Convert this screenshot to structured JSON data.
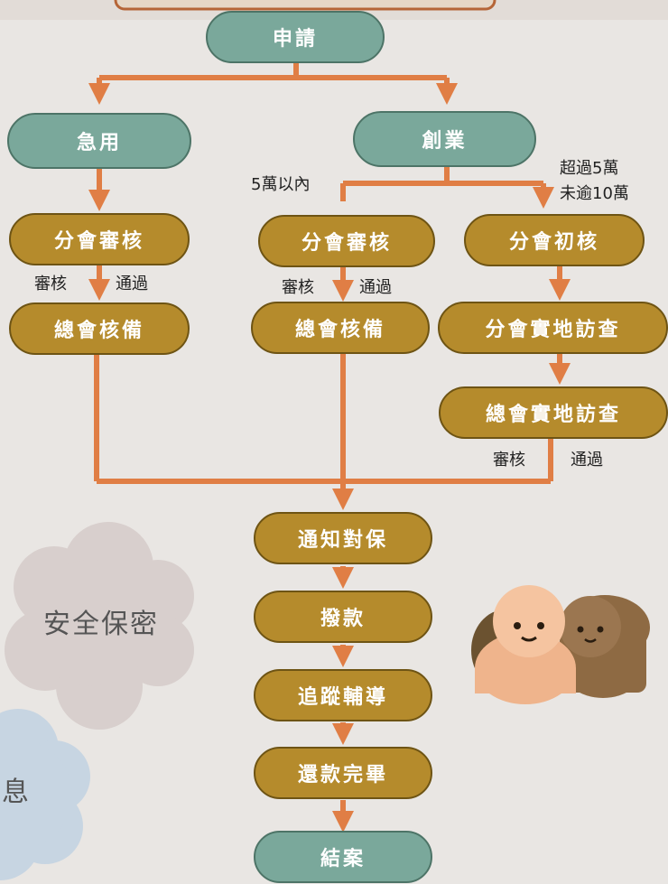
{
  "nodes": {
    "apply": "申請",
    "emergency": "急用",
    "startup": "創業",
    "branch_review_left": "分會審核",
    "hq_prepare_left": "總會核備",
    "branch_review_mid": "分會審核",
    "hq_prepare_mid": "總會核備",
    "branch_initial": "分會初核",
    "branch_site": "分會實地訪查",
    "hq_site": "總會實地訪查",
    "notify_guarantee": "通知對保",
    "disburse": "撥款",
    "follow_up": "追蹤輔導",
    "repayment_done": "還款完畢",
    "close_case": "結案"
  },
  "labels": {
    "left_review": "審核",
    "left_pass": "通過",
    "mid_review": "審核",
    "mid_pass": "通過",
    "right_review": "審核",
    "right_pass": "通過",
    "within_5w": "5萬以內",
    "over_5w": "超過5萬",
    "under_10w": "未逾10萬"
  },
  "clouds": {
    "security": "安全保密",
    "interest_partial": "利息"
  },
  "colors": {
    "background": "#e9e6e3",
    "node_green": "#7aa89b",
    "node_gold": "#b58b2c",
    "connector": "#e07e45"
  }
}
